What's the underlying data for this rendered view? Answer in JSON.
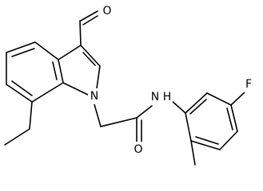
{
  "molecule": {
    "atom_labels": {
      "aldehyde_oxygen": "O",
      "indole_nitrogen": "N",
      "amide_nitrogen": "N",
      "amide_hydrogen": "H",
      "fluorine": "F",
      "amide_oxygen": "O"
    }
  }
}
